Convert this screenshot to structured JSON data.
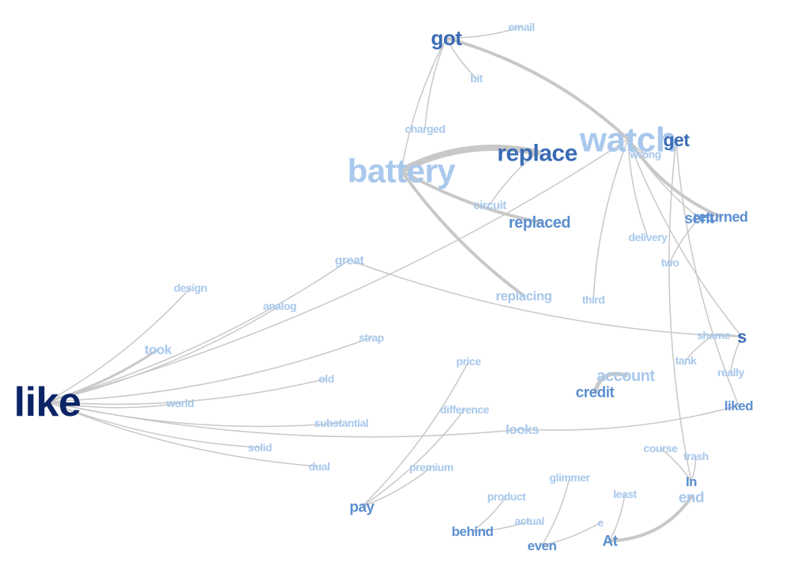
{
  "colors": {
    "edge": "#c8c8c8",
    "navy": "#0b2466",
    "mid": "#3a6bb5",
    "steel": "#5b8fd0",
    "pale": "#a8c8ec"
  },
  "words": [
    {
      "id": "like",
      "text": "like",
      "color": "navy"
    },
    {
      "id": "battery",
      "text": "battery",
      "color": "pale"
    },
    {
      "id": "watch",
      "text": "watch",
      "color": "pale"
    },
    {
      "id": "replace",
      "text": "replace",
      "color": "mid"
    },
    {
      "id": "got",
      "text": "got",
      "color": "mid"
    },
    {
      "id": "replaced",
      "text": "replaced",
      "color": "steel"
    },
    {
      "id": "replacing",
      "text": "replacing",
      "color": "pale"
    },
    {
      "id": "s",
      "text": "s",
      "color": "mid"
    },
    {
      "id": "account",
      "text": "account",
      "color": "pale"
    },
    {
      "id": "credit",
      "text": "credit",
      "color": "steel"
    },
    {
      "id": "returned",
      "text": "returned",
      "color": "steel"
    },
    {
      "id": "sent",
      "text": "sent",
      "color": "steel"
    },
    {
      "id": "get",
      "text": "get",
      "color": "mid"
    },
    {
      "id": "liked",
      "text": "liked",
      "color": "steel"
    },
    {
      "id": "looks",
      "text": "looks",
      "color": "pale"
    },
    {
      "id": "pay",
      "text": "pay",
      "color": "steel"
    },
    {
      "id": "behind",
      "text": "behind",
      "color": "steel"
    },
    {
      "id": "even",
      "text": "even",
      "color": "steel"
    },
    {
      "id": "at",
      "text": "At",
      "color": "steel"
    },
    {
      "id": "end",
      "text": "end",
      "color": "pale"
    },
    {
      "id": "in",
      "text": "In",
      "color": "steel"
    },
    {
      "id": "took",
      "text": "took",
      "color": "pale"
    },
    {
      "id": "great",
      "text": "great",
      "color": "pale"
    },
    {
      "id": "circuit",
      "text": "circuit",
      "color": "pale"
    },
    {
      "id": "charged",
      "text": "charged",
      "color": "pale"
    },
    {
      "id": "email",
      "text": "email",
      "color": "pale"
    },
    {
      "id": "bit",
      "text": "bit",
      "color": "pale"
    },
    {
      "id": "wrong",
      "text": "wrong",
      "color": "pale"
    },
    {
      "id": "delivery",
      "text": "delivery",
      "color": "pale"
    },
    {
      "id": "two",
      "text": "two",
      "color": "pale"
    },
    {
      "id": "third",
      "text": "third",
      "color": "pale"
    },
    {
      "id": "design",
      "text": "design",
      "color": "pale"
    },
    {
      "id": "analog",
      "text": "analog",
      "color": "pale"
    },
    {
      "id": "strap",
      "text": "strap",
      "color": "pale"
    },
    {
      "id": "old",
      "text": "old",
      "color": "pale"
    },
    {
      "id": "world",
      "text": "world",
      "color": "pale"
    },
    {
      "id": "substantial",
      "text": "substantial",
      "color": "pale"
    },
    {
      "id": "solid",
      "text": "solid",
      "color": "pale"
    },
    {
      "id": "dual",
      "text": "dual",
      "color": "pale"
    },
    {
      "id": "price",
      "text": "price",
      "color": "pale"
    },
    {
      "id": "difference",
      "text": "difference",
      "color": "pale"
    },
    {
      "id": "premium",
      "text": "premium",
      "color": "pale"
    },
    {
      "id": "product",
      "text": "product",
      "color": "pale"
    },
    {
      "id": "actual",
      "text": "actual",
      "color": "pale"
    },
    {
      "id": "glimmer",
      "text": "glimmer",
      "color": "pale"
    },
    {
      "id": "e",
      "text": "e",
      "color": "pale"
    },
    {
      "id": "least",
      "text": "least",
      "color": "pale"
    },
    {
      "id": "course",
      "text": "course",
      "color": "pale"
    },
    {
      "id": "trash",
      "text": "trash",
      "color": "pale"
    },
    {
      "id": "shame",
      "text": "shame",
      "color": "pale"
    },
    {
      "id": "tank",
      "text": "tank",
      "color": "pale"
    },
    {
      "id": "really",
      "text": "really",
      "color": "pale"
    }
  ],
  "edges": [
    {
      "from": "battery",
      "to": "replace",
      "weight": 8
    },
    {
      "from": "battery",
      "to": "replaced",
      "weight": 4
    },
    {
      "from": "battery",
      "to": "replacing",
      "weight": 4
    },
    {
      "from": "got",
      "to": "watch",
      "weight": 4
    },
    {
      "from": "watch",
      "to": "returned",
      "weight": 4
    },
    {
      "from": "at",
      "to": "end",
      "weight": 4
    },
    {
      "from": "account",
      "to": "credit",
      "weight": 5
    },
    {
      "from": "like",
      "to": "took",
      "weight": 3
    },
    {
      "from": "got",
      "to": "email",
      "weight": 1.5
    },
    {
      "from": "got",
      "to": "bit",
      "weight": 1.5
    },
    {
      "from": "got",
      "to": "charged",
      "weight": 1.5
    },
    {
      "from": "got",
      "to": "battery",
      "weight": 1.5
    },
    {
      "from": "like",
      "to": "design",
      "weight": 1.5
    },
    {
      "from": "like",
      "to": "analog",
      "weight": 1.5
    },
    {
      "from": "like",
      "to": "great",
      "weight": 1.5
    },
    {
      "from": "like",
      "to": "watch",
      "weight": 1.5
    },
    {
      "from": "like",
      "to": "strap",
      "weight": 1.5
    },
    {
      "from": "like",
      "to": "old",
      "weight": 1.5
    },
    {
      "from": "like",
      "to": "world",
      "weight": 1.5
    },
    {
      "from": "like",
      "to": "substantial",
      "weight": 1.5
    },
    {
      "from": "like",
      "to": "looks",
      "weight": 1.5
    },
    {
      "from": "like",
      "to": "solid",
      "weight": 1.5
    },
    {
      "from": "like",
      "to": "dual",
      "weight": 1.5
    },
    {
      "from": "great",
      "to": "s",
      "weight": 1.5
    },
    {
      "from": "replace",
      "to": "circuit",
      "weight": 1.5
    },
    {
      "from": "watch",
      "to": "wrong",
      "weight": 1.5
    },
    {
      "from": "watch",
      "to": "third",
      "weight": 1.5
    },
    {
      "from": "watch",
      "to": "delivery",
      "weight": 1.5
    },
    {
      "from": "watch",
      "to": "sent",
      "weight": 1.5
    },
    {
      "from": "watch",
      "to": "s",
      "weight": 1.5
    },
    {
      "from": "sent",
      "to": "two",
      "weight": 1.5
    },
    {
      "from": "get",
      "to": "liked",
      "weight": 1.5
    },
    {
      "from": "get",
      "to": "in",
      "weight": 1.5
    },
    {
      "from": "s",
      "to": "shame",
      "weight": 1.5
    },
    {
      "from": "shame",
      "to": "tank",
      "weight": 1.5
    },
    {
      "from": "s",
      "to": "really",
      "weight": 1.5
    },
    {
      "from": "looks",
      "to": "liked",
      "weight": 1.5
    },
    {
      "from": "pay",
      "to": "price",
      "weight": 1.5
    },
    {
      "from": "pay",
      "to": "difference",
      "weight": 1.5
    },
    {
      "from": "pay",
      "to": "premium",
      "weight": 1.5
    },
    {
      "from": "behind",
      "to": "product",
      "weight": 1.5
    },
    {
      "from": "behind",
      "to": "actual",
      "weight": 1.5
    },
    {
      "from": "even",
      "to": "glimmer",
      "weight": 1.5
    },
    {
      "from": "even",
      "to": "e",
      "weight": 1.5
    },
    {
      "from": "at",
      "to": "least",
      "weight": 1.5
    },
    {
      "from": "in",
      "to": "course",
      "weight": 1.5
    },
    {
      "from": "in",
      "to": "trash",
      "weight": 1.5
    }
  ]
}
